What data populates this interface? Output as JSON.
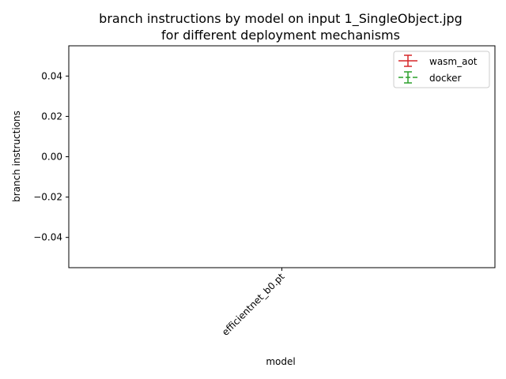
{
  "chart_data": {
    "type": "line",
    "title": "branch instructions by model on input 1_SingleObject.jpg",
    "subtitle": "for different deployment mechanisms",
    "xlabel": "model",
    "ylabel": "branch instructions",
    "categories": [
      "efficientnet_b0.pt"
    ],
    "ylim": [
      -0.055,
      0.055
    ],
    "yticks": [
      -0.04,
      -0.02,
      0.0,
      0.02,
      0.04
    ],
    "ytick_labels": [
      "−0.04",
      "−0.02",
      "0.00",
      "0.02",
      "0.04"
    ],
    "grid": false,
    "legend_position": "top-right",
    "series": [
      {
        "name": "wasm_aot",
        "values": [
          null
        ],
        "color": "#d62728",
        "linestyle": "solid"
      },
      {
        "name": "docker",
        "values": [
          null
        ],
        "color": "#2ca02c",
        "linestyle": "dashed"
      }
    ]
  }
}
